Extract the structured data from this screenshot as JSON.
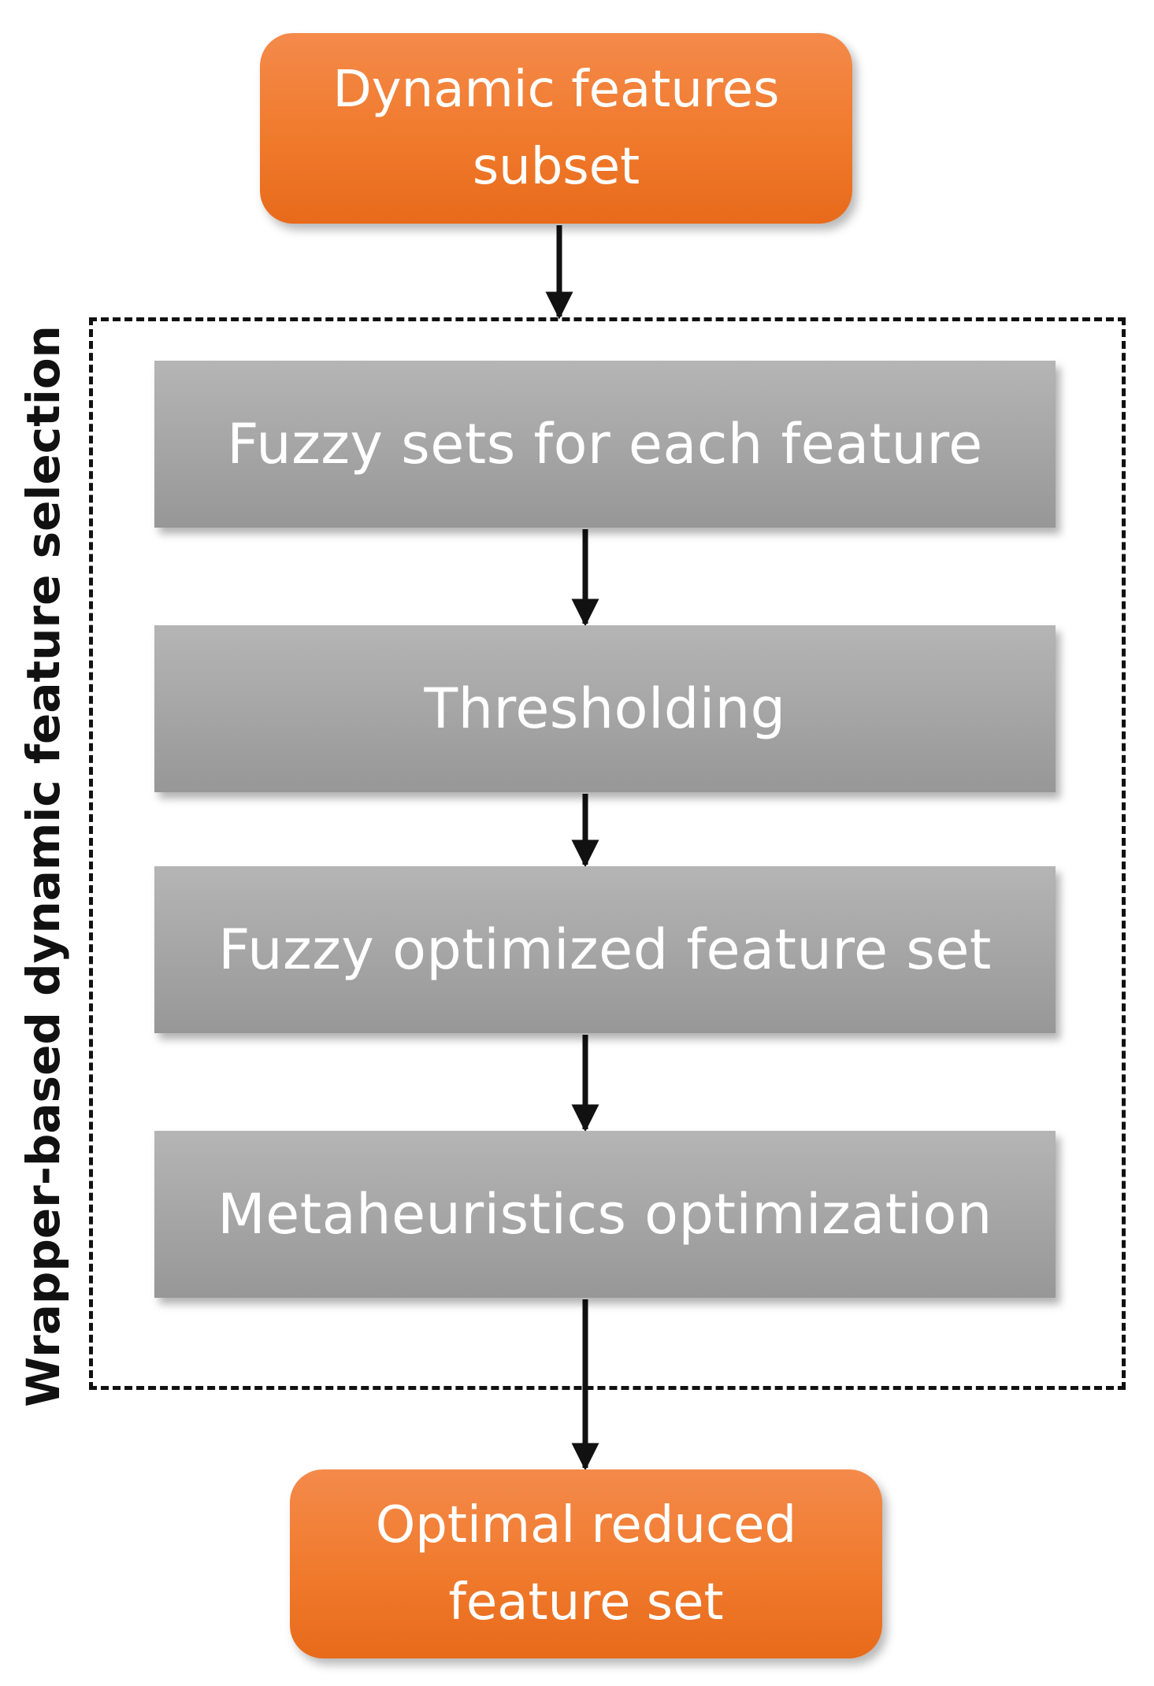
{
  "diagram": {
    "source": "Dynamic features\nsubset",
    "group_label": "Wrapper-based dynamic feature selection",
    "steps": [
      "Fuzzy sets for each feature",
      "Thresholding",
      "Fuzzy optimized feature set",
      "Metaheuristics optimization"
    ],
    "target": "Optimal reduced\nfeature set"
  },
  "colors": {
    "terminal_fill": "#f07a2c",
    "step_fill": "#a6a6a6",
    "text": "#ffffff",
    "lines": "#111111"
  }
}
